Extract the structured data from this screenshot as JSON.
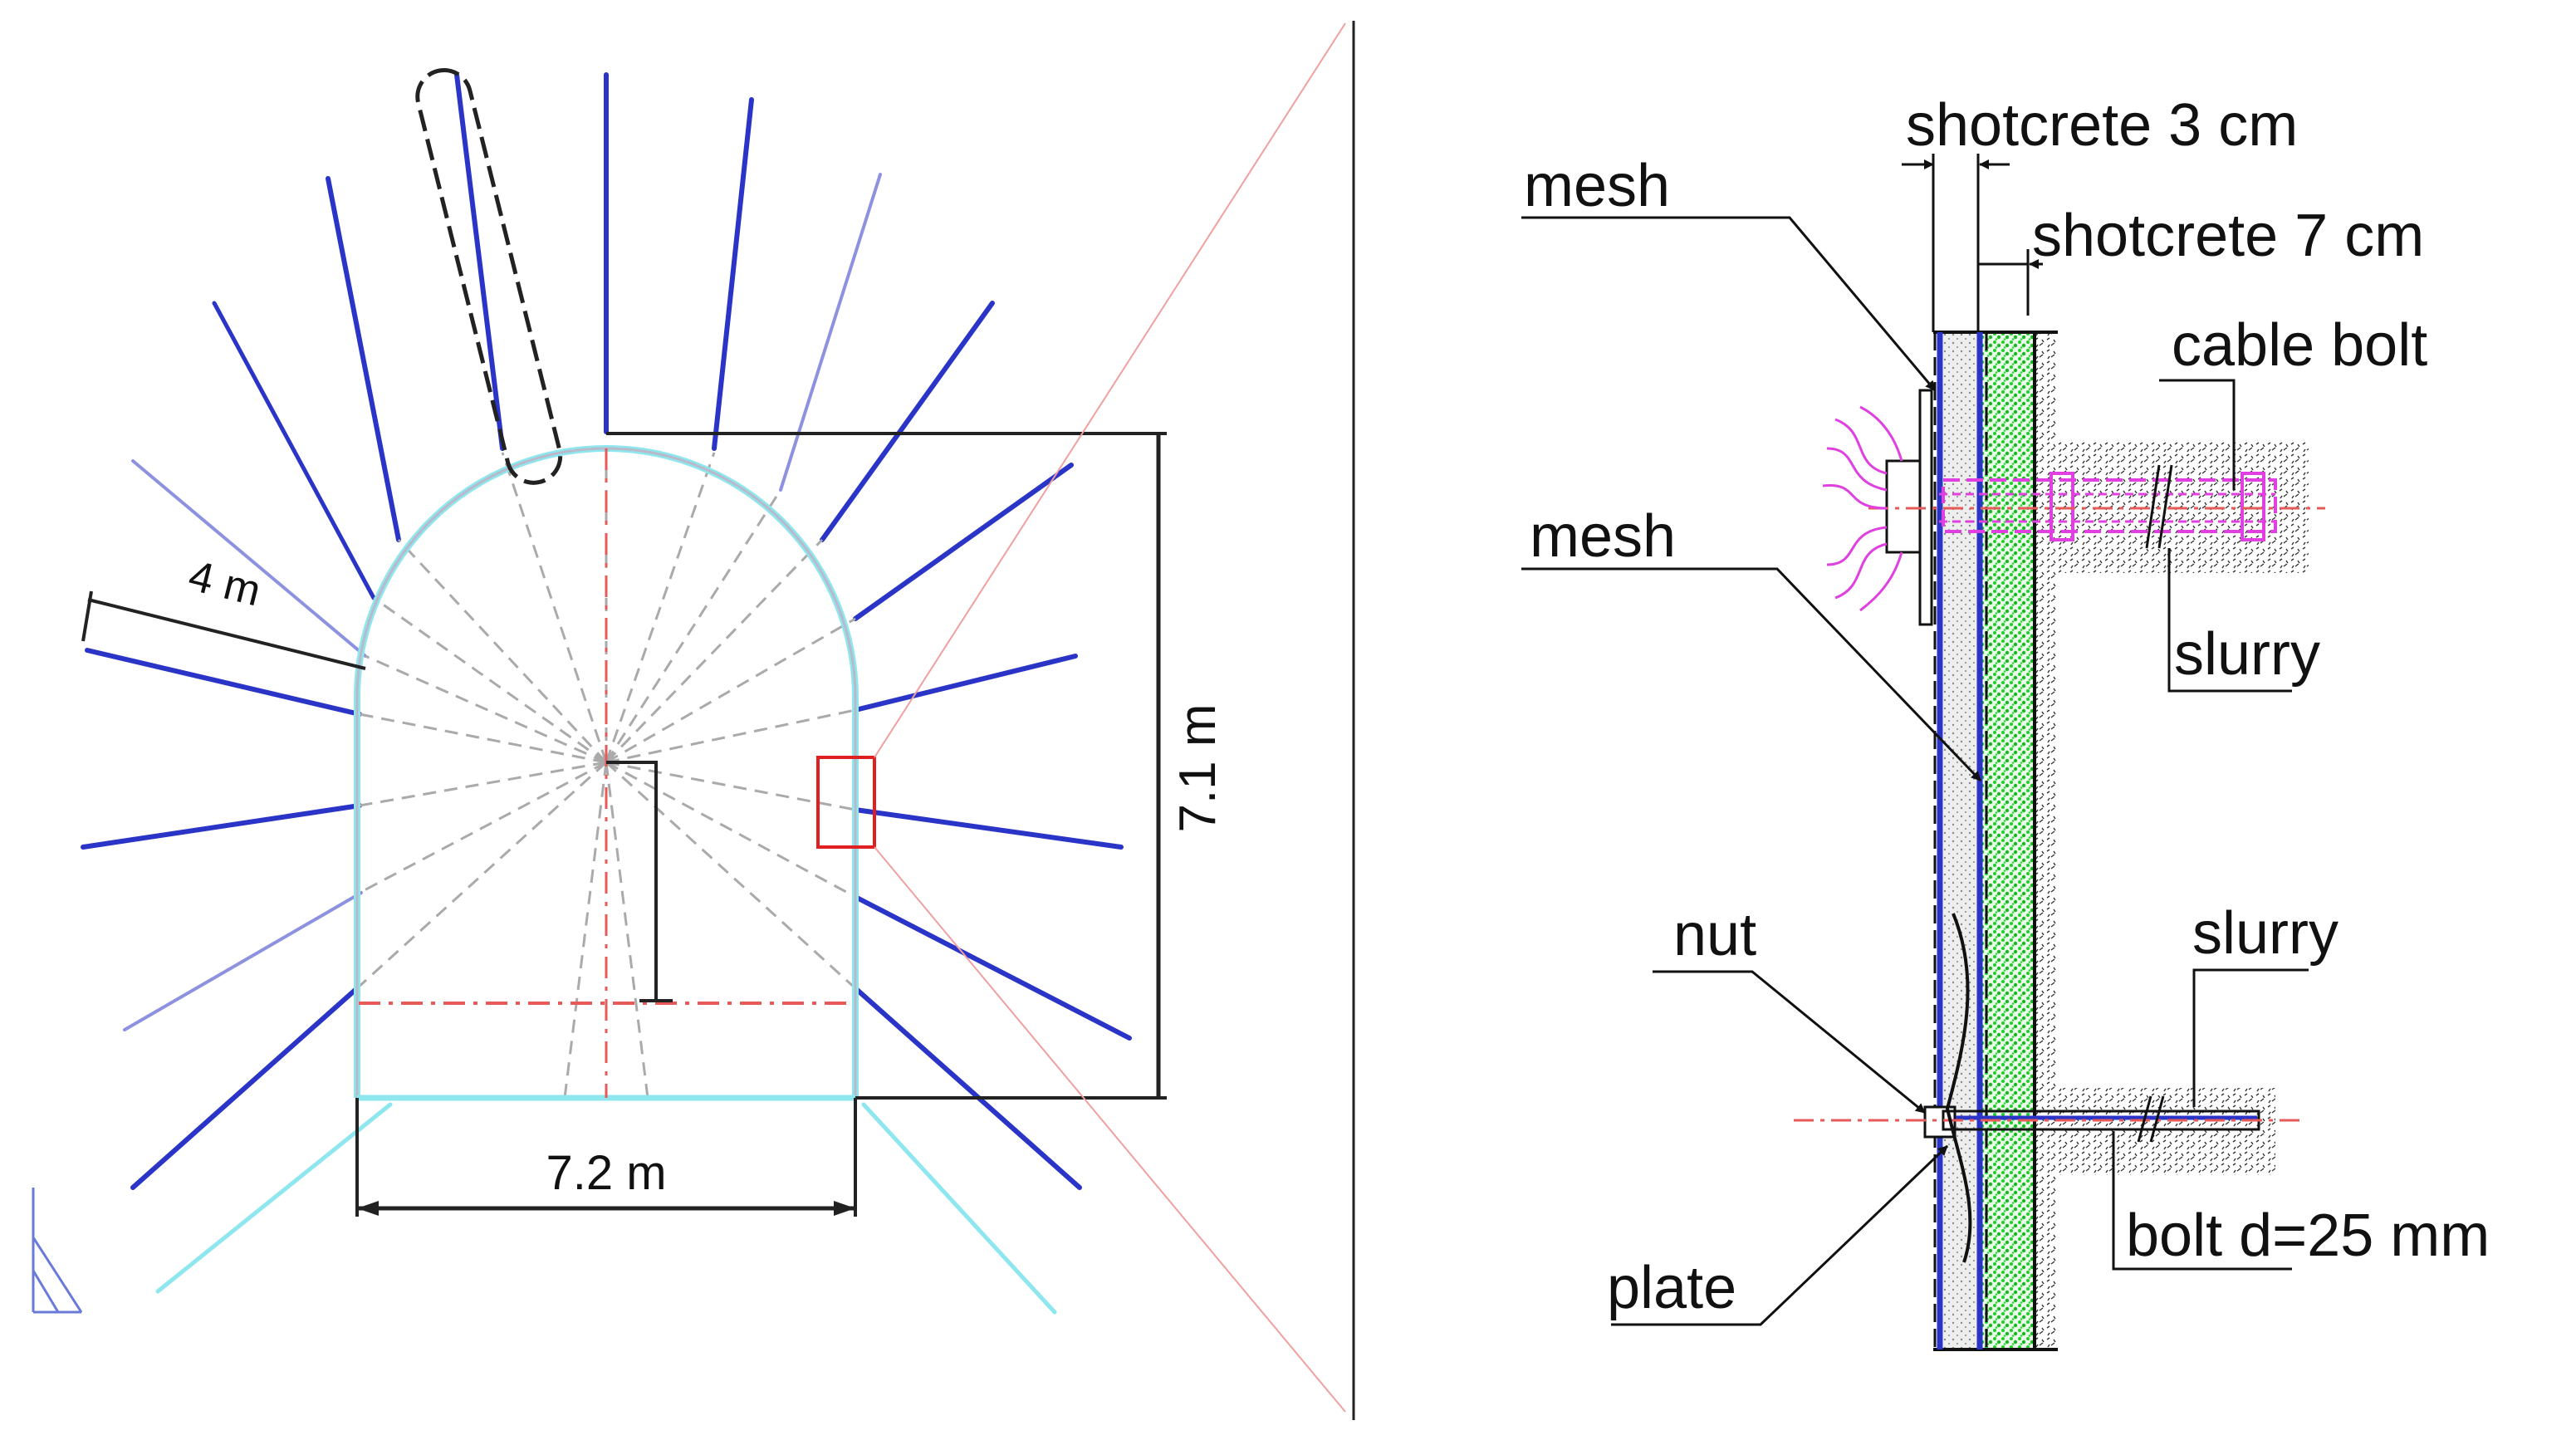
{
  "left_panel": {
    "bolt_length_label": "4 m",
    "height_label": "7.1 m",
    "width_label": "7.2 m"
  },
  "right_panel": {
    "labels": {
      "shotcrete_3": "shotcrete 3 cm",
      "shotcrete_7": "shotcrete 7 cm",
      "mesh_top": "mesh",
      "cable_bolt": "cable bolt",
      "mesh_mid": "mesh",
      "slurry_top": "slurry",
      "nut": "nut",
      "slurry_bottom": "slurry",
      "plate": "plate",
      "bolt": "bolt d=25 mm"
    }
  },
  "colors": {
    "bolt_blue": "#2a35c8",
    "light_blue": "#8d92e0",
    "cyan": "#8ee6ee",
    "detail_box": "#e02020",
    "cable_magenta": "#e040e0",
    "shotcrete_green": "#1fcf2a"
  }
}
